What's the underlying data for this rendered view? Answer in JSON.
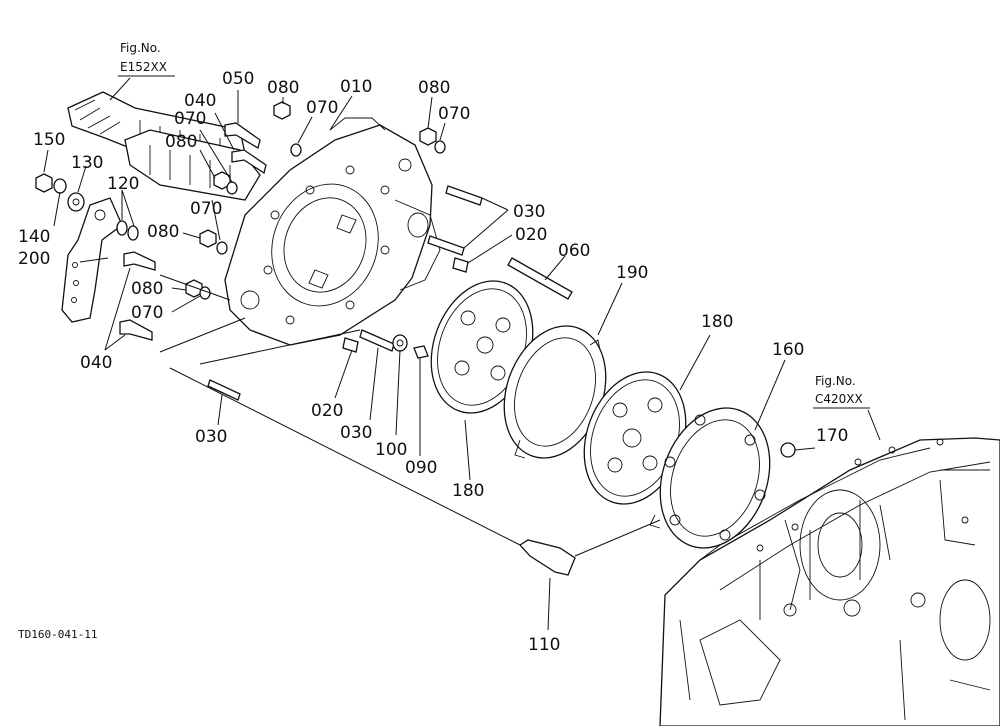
{
  "figure_refs": [
    {
      "title": "Fig.No.",
      "code": "E152XX"
    },
    {
      "title": "Fig.No.",
      "code": "C420XX"
    }
  ],
  "drawing_id": "TD160-041-11",
  "labels": [
    "050",
    "080",
    "010",
    "080",
    "040",
    "070",
    "070",
    "070",
    "150",
    "080",
    "130",
    "120",
    "070",
    "080",
    "030",
    "140",
    "020",
    "060",
    "200",
    "190",
    "080",
    "070",
    "180",
    "160",
    "040",
    "020",
    "030",
    "100",
    "090",
    "180",
    "030",
    "170",
    "110"
  ]
}
